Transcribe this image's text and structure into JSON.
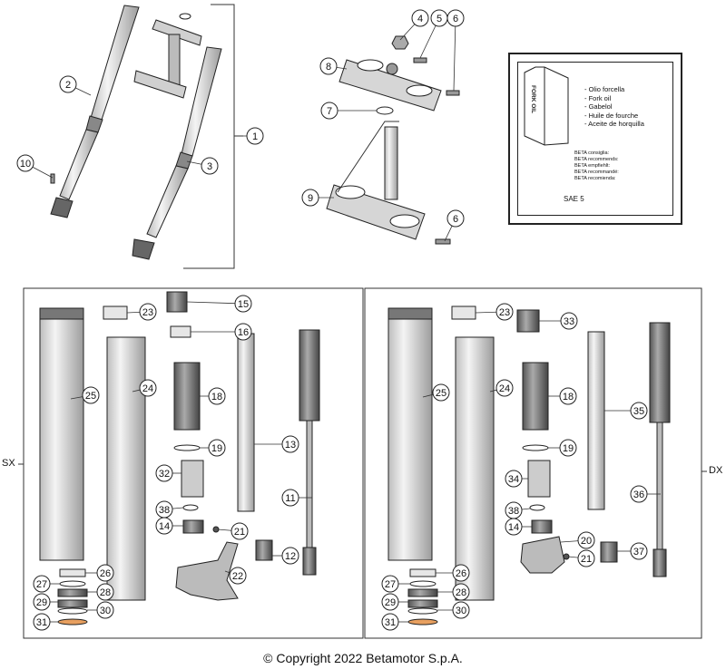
{
  "callouts": {
    "c1": "1",
    "c2": "2",
    "c3": "3",
    "c4": "4",
    "c5": "5",
    "c6a": "6",
    "c6b": "6",
    "c7": "7",
    "c8": "8",
    "c9": "9",
    "c10": "10",
    "c11": "11",
    "c12": "12",
    "c13": "13",
    "c14a": "14",
    "c14b": "14",
    "c15": "15",
    "c16": "16",
    "c18a": "18",
    "c18b": "18",
    "c19a": "19",
    "c19b": "19",
    "c20": "20",
    "c21a": "21",
    "c21b": "21",
    "c22": "22",
    "c23a": "23",
    "c23b": "23",
    "c24a": "24",
    "c24b": "24",
    "c25a": "25",
    "c25b": "25",
    "c26a": "26",
    "c26b": "26",
    "c27a": "27",
    "c27b": "27",
    "c28a": "28",
    "c28b": "28",
    "c29a": "29",
    "c29b": "29",
    "c30a": "30",
    "c30b": "30",
    "c31a": "31",
    "c31b": "31",
    "c32": "32",
    "c33": "33",
    "c34": "34",
    "c35": "35",
    "c36": "36",
    "c37": "37",
    "c38a": "38",
    "c38b": "38"
  },
  "oil_box": {
    "can_label": "FORK OIL",
    "names": [
      "Olio forcella",
      "Fork oil",
      "Gabelol",
      "Huile de fourche",
      "Aceite de horquilla"
    ],
    "recommend": [
      "BETA consiglia:",
      "BETA recommends:",
      "BETA empfiehlt:",
      "BETA recommandé:",
      "BETA recomienda:"
    ],
    "grade": "SAE 5"
  },
  "sides": {
    "left": "SX",
    "right": "DX"
  },
  "copyright": "© Copyright 2022 Betamotor S.p.A.",
  "colors": {
    "line": "#222222",
    "part_fill": "#e6e6e6",
    "part_dark": "#555555",
    "frame": "#333333"
  }
}
